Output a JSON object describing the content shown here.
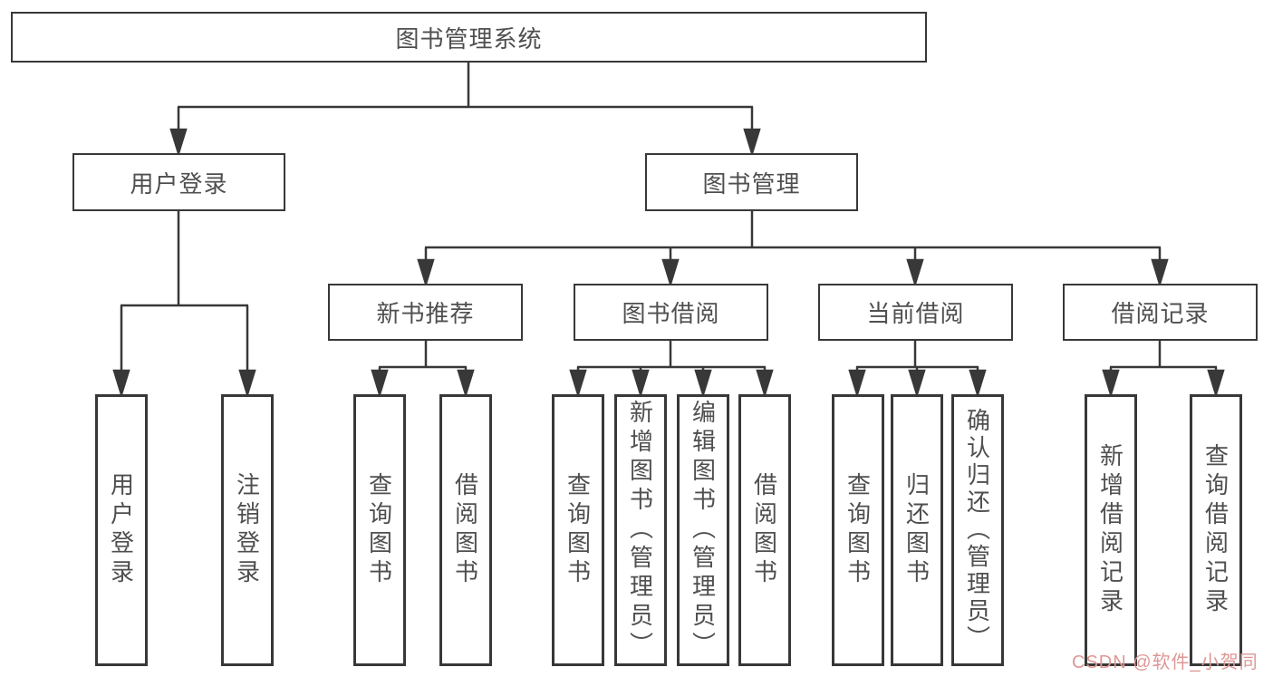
{
  "root": {
    "label": "图书管理系统"
  },
  "branches": [
    {
      "label": "用户登录"
    },
    {
      "label": "图书管理"
    }
  ],
  "modules": [
    {
      "label": "新书推荐"
    },
    {
      "label": "图书借阅"
    },
    {
      "label": "当前借阅"
    },
    {
      "label": "借阅记录"
    }
  ],
  "functions": {
    "login": [
      {
        "label": "用户登录"
      },
      {
        "label": "注销登录"
      }
    ],
    "recommend": [
      {
        "label": "查询图书"
      },
      {
        "label": "借阅图书"
      }
    ],
    "borrow": [
      {
        "label": "查询图书"
      },
      {
        "label": "新增图书（管理员）"
      },
      {
        "label": "编辑图书（管理员）"
      },
      {
        "label": "借阅图书"
      }
    ],
    "current": [
      {
        "label": "查询图书"
      },
      {
        "label": "归还图书"
      },
      {
        "label": "确认归还（管理员）"
      }
    ],
    "records": [
      {
        "label": "新增借阅记录"
      },
      {
        "label": "查询借阅记录"
      }
    ]
  },
  "watermark": {
    "label": "CSDN @软件_小贺同学"
  },
  "colors": {
    "line": "#383838",
    "border": "#383838",
    "text": "#4f4f4f",
    "watermark": "#dd9795",
    "background": "#ffffff"
  }
}
